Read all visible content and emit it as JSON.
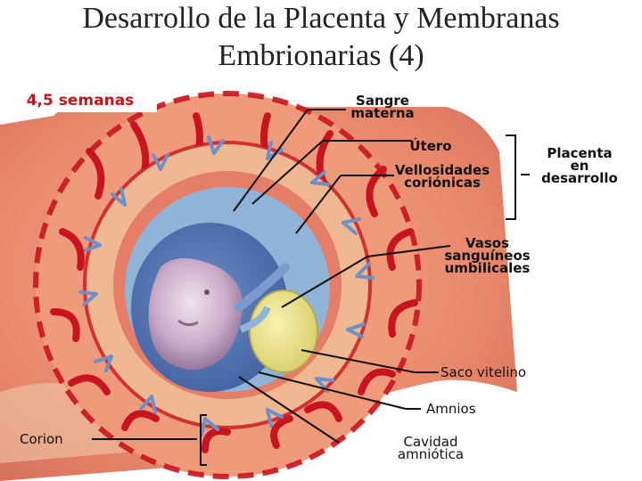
{
  "title": {
    "line1": "Desarrollo de la Placenta y Membranas",
    "line2": "Embrionarias (4)"
  },
  "stage_label": "4,5 semanas",
  "labels": {
    "sangre": [
      "Sangre",
      "materna"
    ],
    "utero": "Útero",
    "vellosidades": [
      "Vellosidades",
      "coriónicas"
    ],
    "placenta": [
      "Placenta",
      "en",
      "desarrollo"
    ],
    "vasos": [
      "Vasos",
      "sanguíneos",
      "umbilicales"
    ],
    "saco": "Saco vitelino",
    "amnios": "Amnios",
    "corion": "Corion",
    "cavidad": [
      "Cavidad",
      "amniótica"
    ]
  },
  "colors": {
    "uterus": "#e8886c",
    "blood_red": "#c8141e",
    "chorion": "#f0b890",
    "amnion_blue": "#8fb4d8",
    "embryo": "#b89ab8",
    "yolk_sac": "#e8e08a"
  }
}
